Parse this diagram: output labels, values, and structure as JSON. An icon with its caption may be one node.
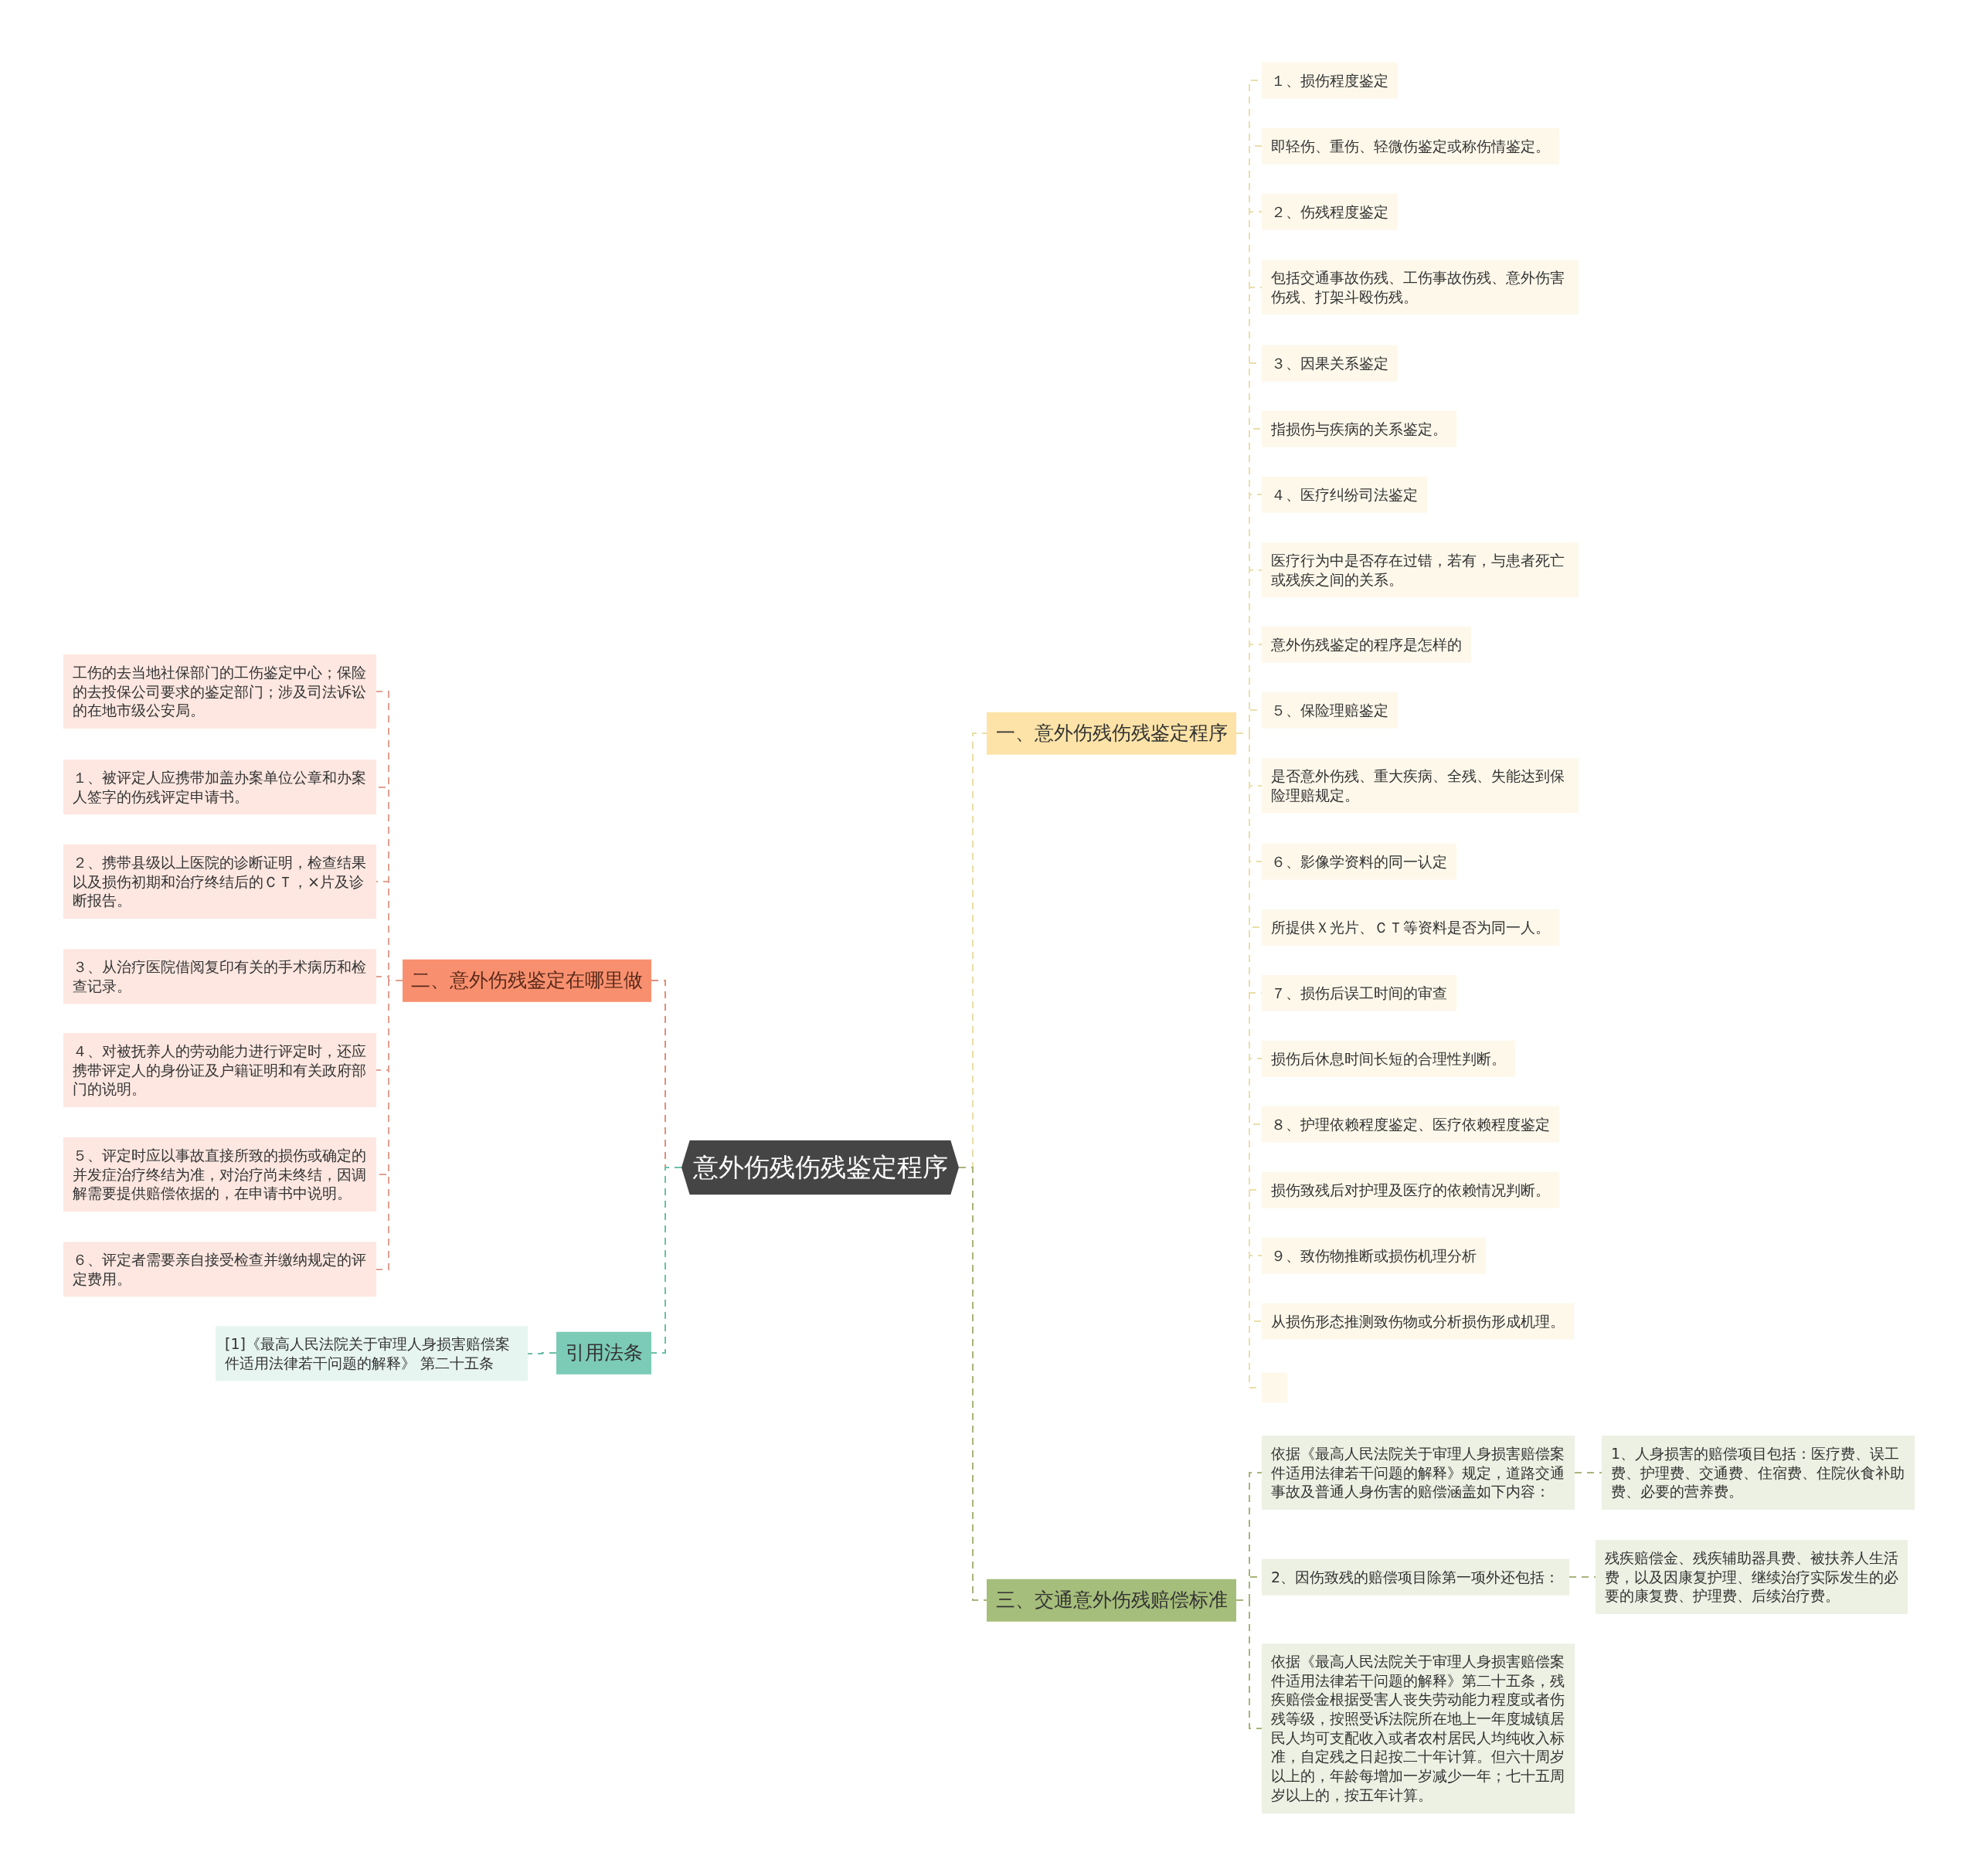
{
  "diagram": {
    "nodes": [
      {
        "text": [
          "意外伤残伤残鉴定程序"
        ]
      },
      {
        "text": [
          "一、意外伤残伤残鉴定程序"
        ]
      },
      {
        "text": [
          "１、损伤程度鉴定"
        ]
      },
      {
        "text": [
          "即轻伤、重伤、轻微伤鉴定或称伤情鉴定。"
        ]
      },
      {
        "text": [
          "２、伤残程度鉴定"
        ]
      },
      {
        "text": [
          "包括交通事故伤残、工伤事故伤残、意外伤害伤残、打架斗殴伤残。"
        ]
      },
      {
        "text": [
          "３、因果关系鉴定"
        ]
      },
      {
        "text": [
          "指损伤与疾病的关系鉴定。"
        ]
      },
      {
        "text": [
          "４、医疗纠纷司法鉴定"
        ]
      },
      {
        "text": [
          "医疗行为中是否存在过错，若有，与患者死亡或残疾之间的关系。"
        ]
      },
      {
        "text": [
          "意外伤残鉴定的程序是怎样的"
        ]
      },
      {
        "text": [
          "５、保险理赔鉴定"
        ]
      },
      {
        "text": [
          "是否意外伤残、重大疾病、全残、失能达到保险理赔规定。"
        ]
      },
      {
        "text": [
          "６、影像学资料的同一认定"
        ]
      },
      {
        "text": [
          "所提供Ｘ光片、ＣＴ等资料是否为同一人。"
        ]
      },
      {
        "text": [
          "７、损伤后误工时间的审查"
        ]
      },
      {
        "text": [
          "损伤后休息时间长短的合理性判断。"
        ]
      },
      {
        "text": [
          "８、护理依赖程度鉴定、医疗依赖程度鉴定"
        ]
      },
      {
        "text": [
          "损伤致残后对护理及医疗的依赖情况判断。"
        ]
      },
      {
        "text": [
          "９、致伤物推断或损伤机理分析"
        ]
      },
      {
        "text": [
          "从损伤形态推测致伤物或分析损伤形成机理。"
        ]
      },
      {
        "text": [],
        "shape": "box"
      },
      {
        "text": [
          "二、意外伤残鉴定在哪里做"
        ]
      },
      {
        "text": [
          "工伤的去当地社保部门的工伤鉴定中心；保险的去投保公司要求的鉴定部门；涉及司法诉讼的在地市级公安局。"
        ]
      },
      {
        "text": [
          "１、被评定人应携带加盖办案单位公章和办案人签字的伤残评定申请书。"
        ]
      },
      {
        "text": [
          "２、携带县级以上医院的诊断证明，检查结果以及损伤初期和治疗终结后的ＣＴ，×片及诊断报告。"
        ]
      },
      {
        "text": [
          "３、从治疗医院借阅复印有关的手术病历和检查记录。"
        ]
      },
      {
        "text": [
          "４、对被抚养人的劳动能力进行评定时，还应携带评定人的身份证及户籍证明和有关政府部门的说明。"
        ]
      },
      {
        "text": [
          "５、评定时应以事故直接所致的损伤或确定的并发症治疗终结为准，对治疗尚未终结，因调解需要提供赔偿依据的，在申请书中说明。"
        ]
      },
      {
        "text": [
          "６、评定者需要亲自接受检查并缴纳规定的评定费用。"
        ]
      },
      {
        "text": [
          "引用法条"
        ]
      },
      {
        "text": [
          "[1]《最高人民法院关于审理人身损害赔偿案件适用法律若干问题的解释》 第二十五条"
        ]
      },
      {
        "text": [
          "三、交通意外伤残赔偿标准"
        ]
      },
      {
        "text": [
          "依据《最高人民法院关于审理人身损害赔偿案件适用法律若干问题的解释》规定，道路交通事故及普通人身伤害的赔偿涵盖如下内容："
        ]
      },
      {
        "text": [
          "1、人身损害的赔偿项目包括：医疗费、误工费、护理费、交通费、住宿费、住院伙食补助费、必要的营养费。"
        ]
      },
      {
        "text": [
          "2、因伤致残的赔偿项目除第一项外还包括："
        ]
      },
      {
        "text": [
          "残疾赔偿金、残疾辅助器具费、被扶养人生活费，以及因康复护理、继续治疗实际发生的必要的康复费、护理费、后续治疗费。"
        ]
      },
      {
        "text": [
          "依据《最高人民法院关于审理人身损害赔偿案件适用法律若干问题的解释》第二十五条，残疾赔偿金根据受害人丧失劳动能力程度或者伤残等级，按照受诉法院所在地上一年度城镇居民人均可支配收入或者农村居民人均纯收入标准，自定残之日起按二十年计算。但六十周岁以上的，年龄每增加一岁减少一年；七十五周岁以上的，按五年计算。"
        ]
      }
    ],
    "edges": [
      {
        "from": 0,
        "to": 1,
        "arrow": "none",
        "style": "dashed",
        "color": "#e9dfa8"
      },
      {
        "from": 1,
        "to": 2,
        "arrow": "none",
        "style": "dashed",
        "color": "#e9dfa8"
      },
      {
        "from": 1,
        "to": 3,
        "arrow": "none",
        "style": "dashed",
        "color": "#e9dfa8"
      },
      {
        "from": 1,
        "to": 4,
        "arrow": "none",
        "style": "dashed",
        "color": "#e9dfa8"
      },
      {
        "from": 1,
        "to": 5,
        "arrow": "none",
        "style": "dashed",
        "color": "#e9dfa8"
      },
      {
        "from": 1,
        "to": 6,
        "arrow": "none",
        "style": "dashed",
        "color": "#e9dfa8"
      },
      {
        "from": 1,
        "to": 7,
        "arrow": "none",
        "style": "dashed",
        "color": "#e9dfa8"
      },
      {
        "from": 1,
        "to": 8,
        "arrow": "none",
        "style": "dashed",
        "color": "#e9dfa8"
      },
      {
        "from": 1,
        "to": 9,
        "arrow": "none",
        "style": "dashed",
        "color": "#e9dfa8"
      },
      {
        "from": 1,
        "to": 10,
        "arrow": "none",
        "style": "dashed",
        "color": "#e9dfa8"
      },
      {
        "from": 1,
        "to": 11,
        "arrow": "none",
        "style": "dashed",
        "color": "#e9dfa8"
      },
      {
        "from": 1,
        "to": 12,
        "arrow": "none",
        "style": "dashed",
        "color": "#e9dfa8"
      },
      {
        "from": 1,
        "to": 13,
        "arrow": "none",
        "style": "dashed",
        "color": "#e9dfa8"
      },
      {
        "from": 1,
        "to": 14,
        "arrow": "none",
        "style": "dashed",
        "color": "#e9dfa8"
      },
      {
        "from": 1,
        "to": 15,
        "arrow": "none",
        "style": "dashed",
        "color": "#e9dfa8"
      },
      {
        "from": 1,
        "to": 16,
        "arrow": "none",
        "style": "dashed",
        "color": "#e9dfa8"
      },
      {
        "from": 1,
        "to": 17,
        "arrow": "none",
        "style": "dashed",
        "color": "#e9dfa8"
      },
      {
        "from": 1,
        "to": 18,
        "arrow": "none",
        "style": "dashed",
        "color": "#e9dfa8"
      },
      {
        "from": 1,
        "to": 19,
        "arrow": "none",
        "style": "dashed",
        "color": "#e9dfa8"
      },
      {
        "from": 1,
        "to": 20,
        "arrow": "none",
        "style": "dashed",
        "color": "#e9dfa8"
      },
      {
        "from": 1,
        "to": 21,
        "arrow": "none",
        "style": "dashed",
        "color": "#e9dfa8"
      },
      {
        "from": 0,
        "to": 22,
        "arrow": "none",
        "style": "dashed",
        "color": "#e08f7a"
      },
      {
        "from": 22,
        "to": 23,
        "arrow": "none",
        "style": "dashed",
        "color": "#e0a090"
      },
      {
        "from": 22,
        "to": 24,
        "arrow": "none",
        "style": "dashed",
        "color": "#e0a090"
      },
      {
        "from": 22,
        "to": 25,
        "arrow": "none",
        "style": "dashed",
        "color": "#e0a090"
      },
      {
        "from": 22,
        "to": 26,
        "arrow": "none",
        "style": "dashed",
        "color": "#e0a090"
      },
      {
        "from": 22,
        "to": 27,
        "arrow": "none",
        "style": "dashed",
        "color": "#e0a090"
      },
      {
        "from": 22,
        "to": 28,
        "arrow": "none",
        "style": "dashed",
        "color": "#e0a090"
      },
      {
        "from": 22,
        "to": 29,
        "arrow": "none",
        "style": "dashed",
        "color": "#e0a090"
      },
      {
        "from": 0,
        "to": 30,
        "arrow": "none",
        "style": "dashed",
        "color": "#6dbfaa"
      },
      {
        "from": 30,
        "to": 31,
        "arrow": "none",
        "style": "dashed",
        "color": "#6dbfaa"
      },
      {
        "from": 0,
        "to": 32,
        "arrow": "none",
        "style": "dashed",
        "color": "#a6b57a"
      },
      {
        "from": 32,
        "to": 33,
        "arrow": "none",
        "style": "dashed",
        "color": "#a6b57a"
      },
      {
        "from": 33,
        "to": 34,
        "arrow": "none",
        "style": "dashed",
        "color": "#a6b57a"
      },
      {
        "from": 32,
        "to": 35,
        "arrow": "none",
        "style": "dashed",
        "color": "#a6b57a"
      },
      {
        "from": 35,
        "to": 36,
        "arrow": "none",
        "style": "dashed",
        "color": "#a6b57a"
      },
      {
        "from": 32,
        "to": 37,
        "arrow": "none",
        "style": "dashed",
        "color": "#a6b57a"
      }
    ]
  }
}
